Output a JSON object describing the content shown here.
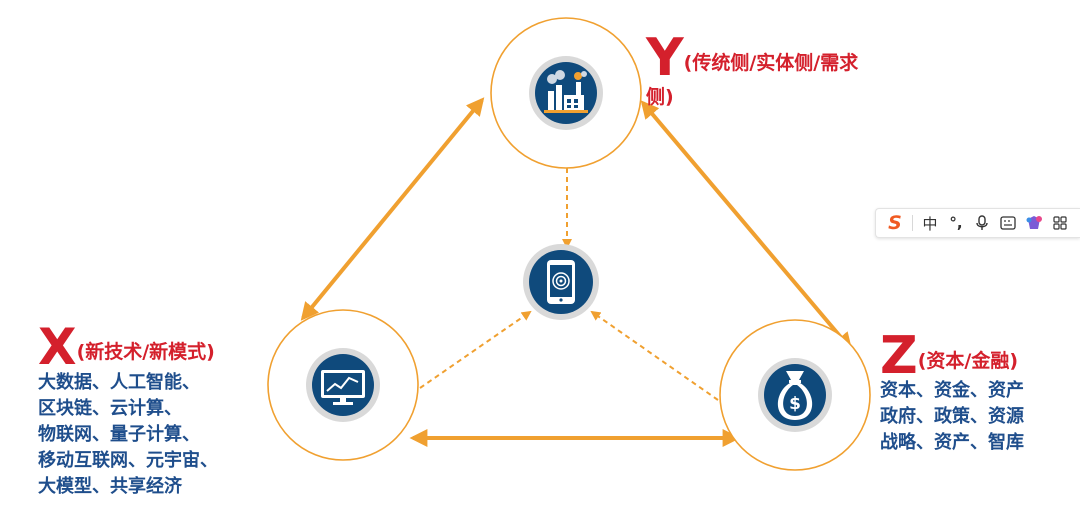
{
  "nodes": {
    "y": {
      "letter": "Y",
      "subtitle_line1": "(传统侧/实体侧/需求",
      "subtitle_line2": "侧)"
    },
    "x": {
      "letter": "X",
      "subtitle": "(新技术/新模式)",
      "items": [
        "大数据、人工智能、",
        "区块链、云计算、",
        "物联网、量子计算、",
        "移动互联网、元宇宙、",
        "大模型、共享经济"
      ]
    },
    "z": {
      "letter": "Z",
      "subtitle": "(资本/金融)",
      "items": [
        "资本、资金、资产",
        "政府、政策、资源",
        "战略、资产、智库"
      ]
    }
  },
  "toolbar": {
    "logo": "S",
    "lang": "中",
    "punct": "°,",
    "items": [
      "sogou-logo-icon",
      "chinese-mode-icon",
      "punctuation-icon",
      "microphone-icon",
      "keyboard-icon",
      "skin-icon",
      "apps-grid-icon"
    ]
  },
  "colors": {
    "arrow": "#f0a030",
    "circle_ring": "#f0a030",
    "icon_bg": "#0f4a7c",
    "icon_halo": "#d9d9d9",
    "letter": "#d4202c",
    "desc": "#1f4e8c"
  }
}
